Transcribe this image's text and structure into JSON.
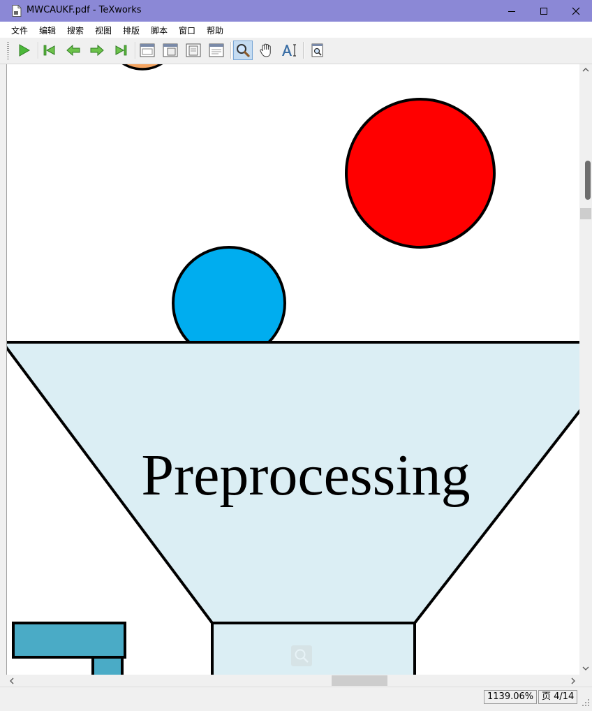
{
  "window": {
    "title": "MWCAUKF.pdf - TeXworks",
    "controls": {
      "minimize": "minimize-icon",
      "maximize": "maximize-icon",
      "close": "close-icon"
    }
  },
  "menu": {
    "items": [
      {
        "label": "文件"
      },
      {
        "label": "编辑"
      },
      {
        "label": "搜索"
      },
      {
        "label": "视图"
      },
      {
        "label": "排版"
      },
      {
        "label": "脚本"
      },
      {
        "label": "窗口"
      },
      {
        "label": "帮助"
      }
    ]
  },
  "toolbar": {
    "buttons": [
      {
        "icon": "play-typeset-icon"
      },
      {
        "icon": "first-page-icon"
      },
      {
        "icon": "previous-page-icon"
      },
      {
        "icon": "next-page-icon"
      },
      {
        "icon": "last-page-icon"
      },
      {
        "icon": "actual-size-icon"
      },
      {
        "icon": "fit-width-icon"
      },
      {
        "icon": "fit-page-icon"
      },
      {
        "icon": "fit-window-icon"
      },
      {
        "icon": "magnifier-tool-icon",
        "active": true
      },
      {
        "icon": "hand-scroll-tool-icon"
      },
      {
        "icon": "text-select-tool-icon"
      },
      {
        "icon": "find-in-pdf-icon"
      }
    ]
  },
  "document": {
    "funnel_label": "Preprocessing",
    "colors": {
      "red_circle": "#ff0000",
      "blue_circle": "#00adef",
      "orange_circle": "#f4a460",
      "funnel_fill": "#dbeef4",
      "block_fill": "#4aabc6",
      "outline": "#000000"
    }
  },
  "status": {
    "zoom": "1139.06%",
    "page": "页 4/14"
  }
}
